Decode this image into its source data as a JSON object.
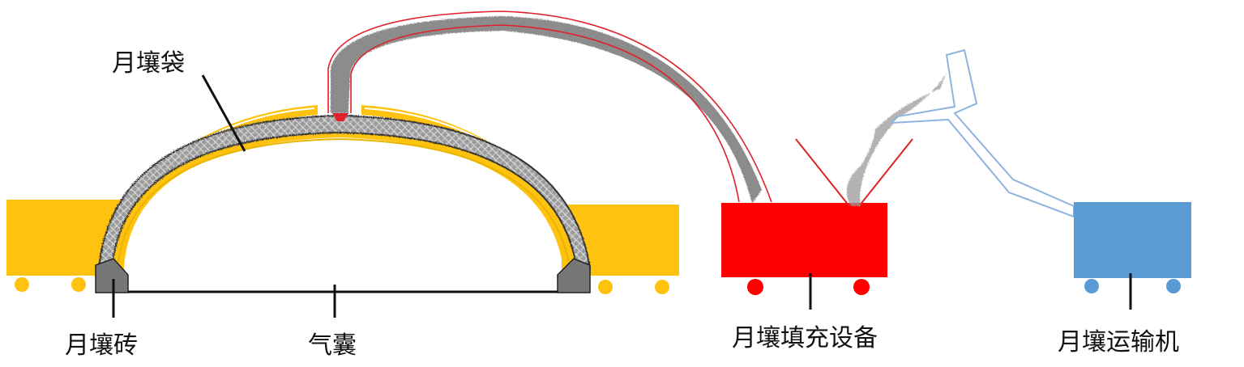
{
  "labels": {
    "regolith_bag": "月壤袋",
    "regolith_brick": "月壤砖",
    "airbag": "气囊",
    "filling_equipment": "月壤填充设备",
    "transporter": "月壤运输机"
  },
  "colors": {
    "formwork_yellow": "#FFC20E",
    "filler_red": "#FF0000",
    "transporter_blue": "#5B9BD5",
    "regolith_gray": "#8C8C8C",
    "brick_gray": "#777777",
    "hose_outline": "#E0202A",
    "chute_outline": "#8DB4DE"
  },
  "icons": {
    "wheel": "circle-wheel",
    "hopper": "v-funnel",
    "chute": "conveyor-chute"
  }
}
